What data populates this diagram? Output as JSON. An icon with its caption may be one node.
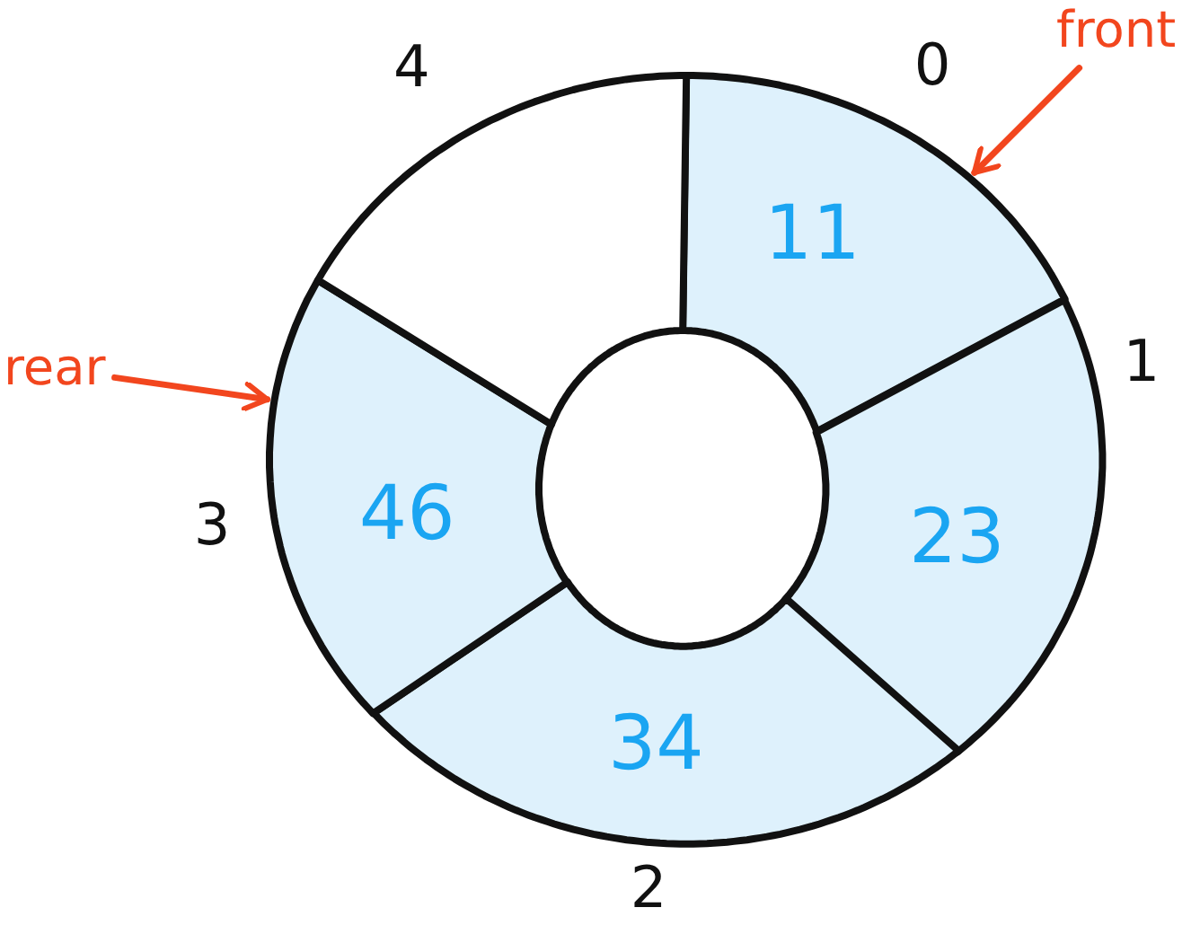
{
  "diagram": {
    "nodes": [
      {
        "text": [
          "11"
        ],
        "beside": [
          "0"
        ]
      },
      {
        "text": [
          "23"
        ],
        "beside": [
          "1"
        ]
      },
      {
        "text": [
          "34"
        ],
        "beside": [
          "2"
        ]
      },
      {
        "text": [
          "46"
        ],
        "beside": [
          "3"
        ]
      },
      {
        "text": [],
        "shape": "sector",
        "beside": [
          "4"
        ]
      },
      {
        "text": [
          "front"
        ]
      },
      {
        "text": [
          "rear"
        ]
      }
    ],
    "edges": [
      {
        "from": 5,
        "to": 0,
        "arrow": "to"
      },
      {
        "from": 6,
        "to": 3,
        "arrow": "to"
      }
    ]
  }
}
